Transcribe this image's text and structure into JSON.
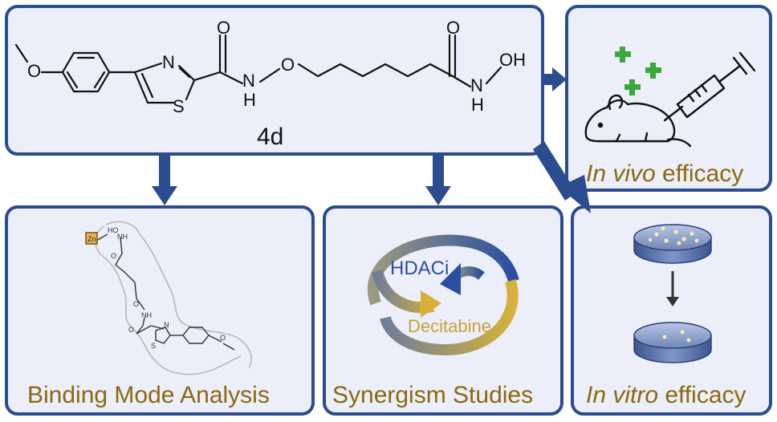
{
  "compound": {
    "label": "4d",
    "atoms": {
      "O_methoxy": "O",
      "N_thiazole": "N",
      "S_thiazole": "S",
      "O_carbonyl1": "O",
      "N_amide": "N",
      "H_amide": "H",
      "O_ether": "O",
      "O_carbonyl2": "O",
      "N_hydroxamate": "N",
      "H_hydroxamate": "H",
      "OH": "OH"
    }
  },
  "in_vivo": {
    "italic": "In vivo",
    "rest": " efficacy"
  },
  "in_vitro": {
    "italic": "In vitro",
    "rest": " efficacy"
  },
  "binding": {
    "caption": "Binding Mode Analysis",
    "zn_label": "Zn",
    "atoms": {
      "HO": "HO",
      "NH_top": "NH",
      "O_top": "O",
      "O_ether": "O",
      "NH_mid": "NH",
      "O_mid": "O",
      "N": "N",
      "S": "S",
      "O_methoxy": "O"
    }
  },
  "synergism": {
    "caption": "Synergism Studies",
    "hdaci": "HDACi",
    "decitabine": "Decitabine"
  },
  "colors": {
    "panel_border": "#2b4c8f",
    "panel_fill": "#eceef9",
    "caption_gold": "#8a6a0e",
    "arrow_blue": "#2b4c8f",
    "plus_green": "#3aa83a",
    "hdaci_blue": "#2c4ea0",
    "decitabine_gold": "#c9a33a"
  }
}
